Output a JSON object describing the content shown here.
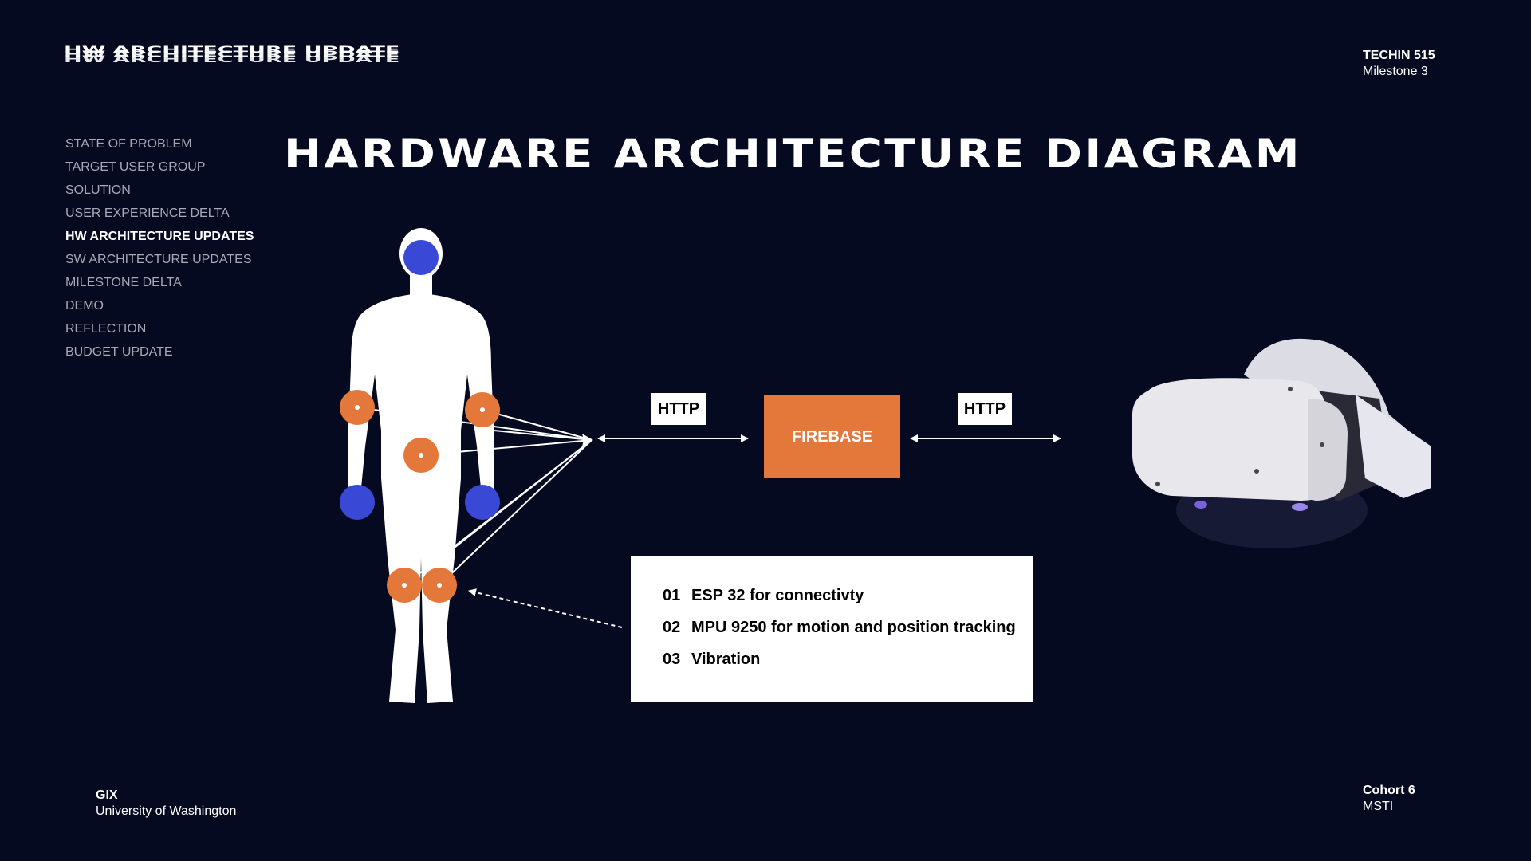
{
  "header": {
    "logo_text": "HW ARCHITECTURE UPDATE",
    "course": "TECHIN 515",
    "milestone": "Milestone 3"
  },
  "nav": {
    "items": [
      {
        "label": "STATE OF PROBLEM",
        "active": false
      },
      {
        "label": "TARGET USER GROUP",
        "active": false
      },
      {
        "label": "SOLUTION",
        "active": false
      },
      {
        "label": "USER EXPERIENCE DELTA",
        "active": false
      },
      {
        "label": "HW ARCHITECTURE UPDATES",
        "active": true
      },
      {
        "label": "SW ARCHITECTURE UPDATES",
        "active": false
      },
      {
        "label": "MILESTONE DELTA",
        "active": false
      },
      {
        "label": "DEMO",
        "active": false
      },
      {
        "label": "REFLECTION",
        "active": false
      },
      {
        "label": "BUDGET UPDATE",
        "active": false
      }
    ]
  },
  "main": {
    "title": "HARDWARE ARCHITECTURE DIAGRAM",
    "http_left": "HTTP",
    "http_right": "HTTP",
    "firebase": "FIREBASE",
    "components": [
      {
        "num": "01",
        "text": "ESP 32 for connectivty"
      },
      {
        "num": "02",
        "text": "MPU 9250 for motion and position tracking"
      },
      {
        "num": "03",
        "text": "Vibration"
      }
    ]
  },
  "footer": {
    "left_bold": "GIX",
    "left": "University of Washington",
    "right_bold": "Cohort 6",
    "right": "MSTI"
  },
  "colors": {
    "background": "#060a20",
    "sensor_orange": "#e4783a",
    "sensor_blue": "#3a48d6",
    "firebase": "#e4783a"
  },
  "icons": {
    "figure": "human-body-icon",
    "headset": "vr-headset-icon"
  }
}
